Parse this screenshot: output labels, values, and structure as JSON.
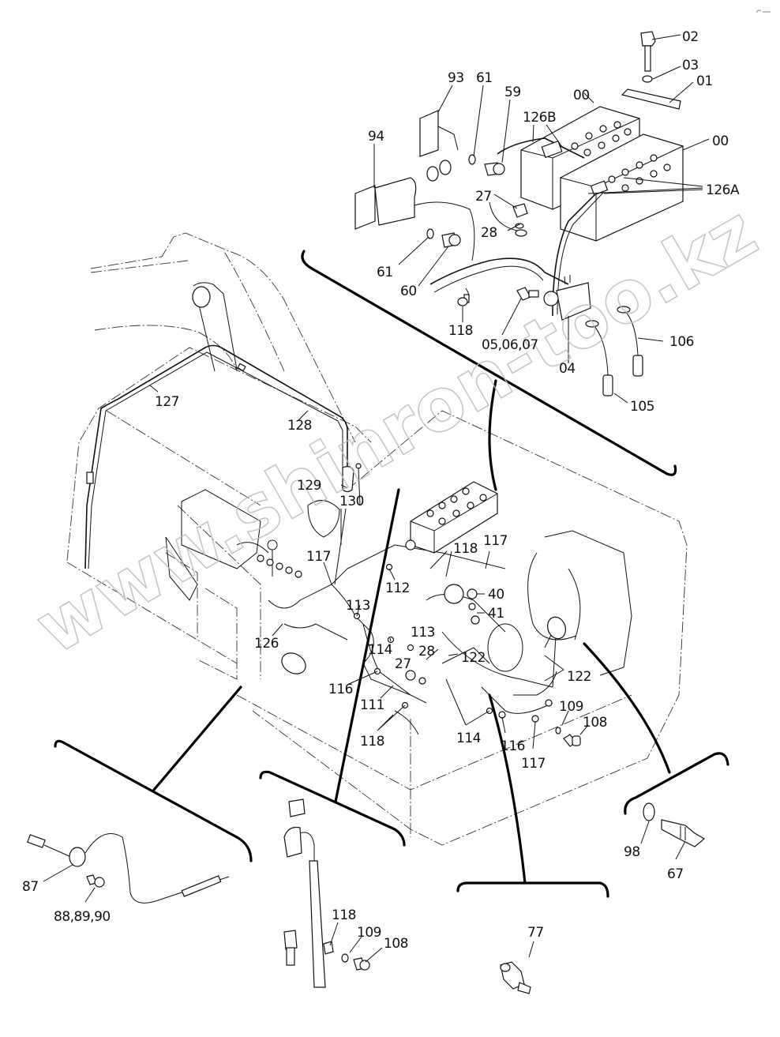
{
  "figure": {
    "type": "exploded parts diagram",
    "subject": "electrical components — battery, relays, wiring harness, switches and sensors",
    "watermark": "www.shinron-too.kz"
  },
  "callouts": {
    "c00a": "00",
    "c00b": "00",
    "c01": "01",
    "c02": "02",
    "c03": "03",
    "c04": "04",
    "c050607": "05,06,07",
    "c126a": "126A",
    "c126b": "126B",
    "c93": "93",
    "c94": "94",
    "c61a": "61",
    "c61b": "61",
    "c59": "59",
    "c60": "60",
    "c27a": "27",
    "c28a": "28",
    "c118a": "118",
    "c106": "106",
    "c105": "105",
    "c127": "127",
    "c128": "128",
    "c129": "129",
    "c130": "130",
    "c117a": "117",
    "c117b": "117",
    "c118b": "118",
    "c112": "112",
    "c40": "40",
    "c41": "41",
    "c113a": "113",
    "c113b": "113",
    "c126": "126",
    "c114a": "114",
    "c27b": "27",
    "c28b": "28",
    "c122a": "122",
    "c122b": "122",
    "c116a": "116",
    "c111": "111",
    "c118c": "118",
    "c114b": "114",
    "c116b": "116",
    "c117c": "117",
    "c109a": "109",
    "c108a": "108",
    "c87": "87",
    "c888990": "88,89,90",
    "c118d": "118",
    "c109b": "109",
    "c108b": "108",
    "c77": "77",
    "c98": "98",
    "c67": "67"
  }
}
